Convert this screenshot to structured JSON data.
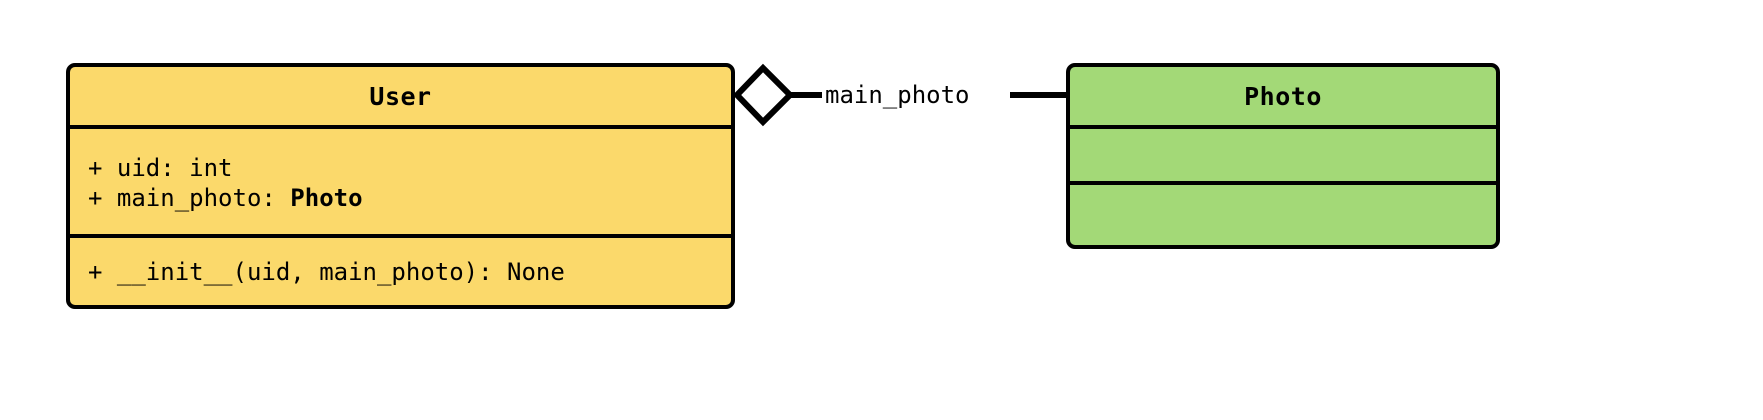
{
  "diagram": {
    "type": "uml-class-diagram",
    "background_color": "#ffffff",
    "classes": [
      {
        "name": "User",
        "fill_color": "#FBD96B",
        "border_color": "#000000",
        "attributes": [
          {
            "visibility": "+",
            "text": "+ uid: int"
          },
          {
            "visibility": "+",
            "text_prefix": "+ main_photo: ",
            "text_bold": "Photo"
          }
        ],
        "methods": [
          {
            "visibility": "+",
            "text": "+ __init__(uid, main_photo): None"
          }
        ]
      },
      {
        "name": "Photo",
        "fill_color": "#A3D977",
        "border_color": "#000000",
        "attributes": [],
        "methods": []
      }
    ],
    "relationship": {
      "kind": "aggregation",
      "label": "main_photo",
      "source": "User",
      "target": "Photo",
      "diamond_fill": "#ffffff",
      "diamond_stroke": "#000000",
      "line_color": "#000000"
    }
  }
}
